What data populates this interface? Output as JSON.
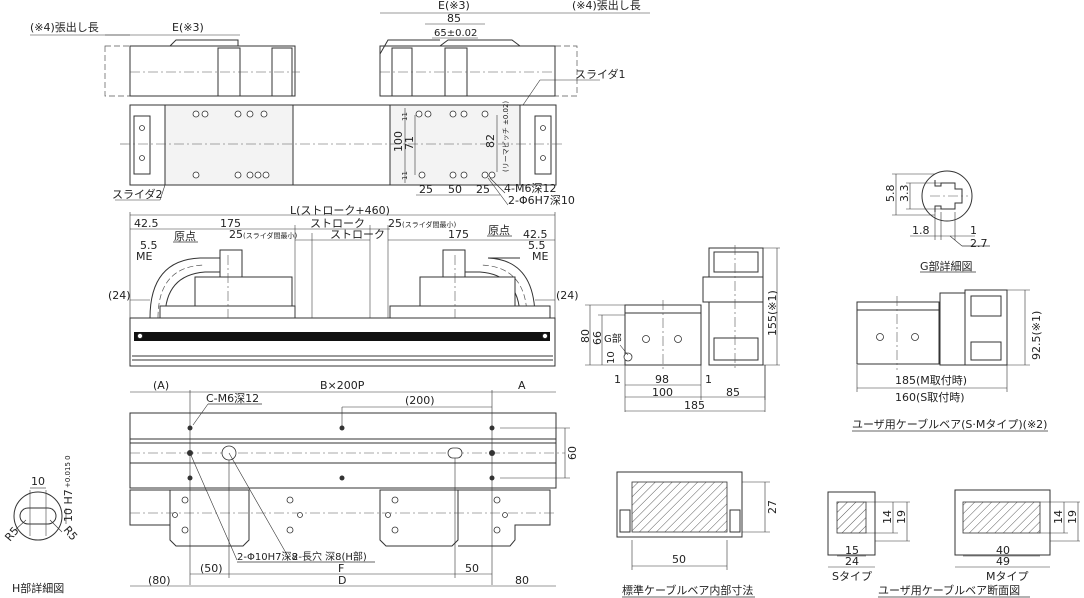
{
  "top_view": {
    "overhang_left": "(※4)張出し長",
    "overhang_right": "(※4)張出し長",
    "e_left": "E(※3)",
    "e_right": "E(※3)",
    "dim_85": "85",
    "dim_65": "65±0.02",
    "slider1": "スライダ1",
    "slider2": "スライダ2",
    "dim_100": "100",
    "dim_71": "71",
    "dim_82": "82",
    "reamer_pitch": "(リーマピッチ ±0.02)",
    "dim_11a": "11",
    "dim_11b": "11",
    "dim_25a": "25",
    "dim_50": "50",
    "dim_25b": "25",
    "tap": "4-M6深12",
    "pin": "2-Φ6H7深10"
  },
  "side_view": {
    "length": "L(ストローク+460)",
    "l_42_5": "42.5",
    "l_175": "175",
    "stroke_top": "ストローク",
    "r_25_min": "25",
    "r_25_min_note": "(スライダ間最小)",
    "origin_left": "原点",
    "l_25_min": "25",
    "l_25_min_note": "(スライダ間最小)",
    "stroke_mid": "ストローク",
    "r_175": "175",
    "origin_right": "原点",
    "r_42_5": "42.5",
    "l_5_5": "5.5",
    "l_me": "ME",
    "r_5_5": "5.5",
    "r_me": "ME",
    "l_24": "(24)",
    "r_24": "(24)"
  },
  "bottom_view": {
    "a_paren": "(A)",
    "b_pitch": "B×200P",
    "a": "A",
    "c_tap": "C-M6深12",
    "pitch_200": "(200)",
    "dim_60": "60",
    "pin_hole": "2-Φ10H7深8",
    "slot": "2-長穴 深8(H部)",
    "dim_50_paren": "(50)",
    "f": "F",
    "dim_50": "50",
    "dim_80_paren": "(80)",
    "d": "D",
    "dim_80": "80"
  },
  "h_detail": {
    "dim_10": "10",
    "dim_10_h7": "10 H7",
    "tol": "+0.015 0",
    "r5_left": "R5",
    "r5_right": "R5",
    "title": "H部詳細図"
  },
  "front_view": {
    "dim_80": "80",
    "dim_66": "66",
    "g_part": "G部",
    "dim_10": "10",
    "dim_1a": "1",
    "dim_98": "98",
    "dim_1b": "1",
    "dim_100": "100",
    "dim_85": "85",
    "dim_185": "185",
    "dim_155": "155(※1)"
  },
  "g_detail": {
    "dim_5_8": "5.8",
    "dim_3_3": "3.3",
    "dim_1_8": "1.8",
    "dim_1": "1",
    "dim_2_7": "2.7",
    "title": "G部詳細図"
  },
  "user_cable_view": {
    "dim_92_5": "92.5(※1)",
    "dim_185": "185(M取付時)",
    "dim_160": "160(S取付時)",
    "title": "ユーザ用ケーブルベア(S·Mタイプ)(※2)"
  },
  "std_cable_section": {
    "dim_27": "27",
    "dim_50": "50",
    "title": "標準ケーブルベア内部寸法"
  },
  "user_cable_section": {
    "s_14": "14",
    "s_19": "19",
    "s_15": "15",
    "s_24": "24",
    "s_label": "Sタイプ",
    "m_14": "14",
    "m_19": "19",
    "m_40": "40",
    "m_49": "49",
    "m_label": "Mタイプ",
    "title": "ユーザ用ケーブルベア断面図"
  }
}
